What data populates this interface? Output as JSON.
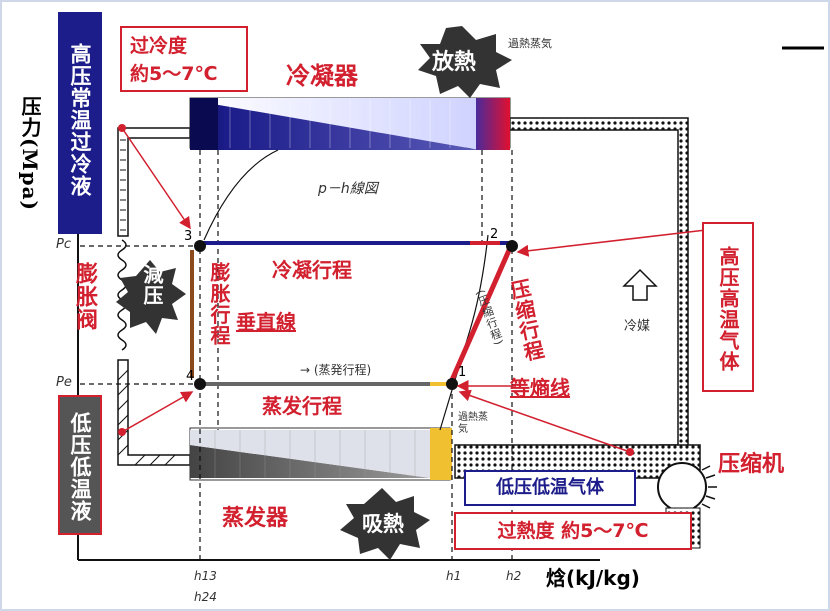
{
  "axes": {
    "y_label": "压力(Mpa)",
    "x_label": "焓(kJ/kg)",
    "pc": "Pc",
    "pe": "Pe",
    "h13": "h13",
    "h24": "h24",
    "h1": "h1",
    "h2": "h2"
  },
  "points": {
    "p1": "1",
    "p2": "2",
    "p3": "3",
    "p4": "4"
  },
  "boxes": {
    "subcool": {
      "line1": "过冷度",
      "line2": "約5～7℃"
    },
    "superheat": "过熱度  約5～7℃",
    "high_pressure_liquid": "高压常温过冷液",
    "low_pressure_liquid": "低压低温液",
    "high_pressure_gas": "高压高温气体",
    "low_pressure_gas": "低压低温气体"
  },
  "labels": {
    "condenser": "冷凝器",
    "heat_release": "放熱",
    "heat_absorb": "吸熱",
    "ph_chart": "p－h線図",
    "condensing_process": "冷凝行程",
    "expansion_valve": "膨胀阀",
    "depressurize": "減压",
    "expansion_process": "膨胀行程",
    "vertical_line": "垂直線",
    "evaporating_process_small": "→ (蒸発行程)",
    "evaporating_process": "蒸发行程",
    "evaporator": "蒸发器",
    "compression_process": "压缩行程",
    "compression_process_small": "(圧縮行程)",
    "isentropic_line": "等熵线",
    "refrigerant": "冷媒",
    "compressor": "压缩机",
    "superheat_vapor": "過熱蒸気",
    "superheat_vapor_top": "過熱蒸気"
  },
  "colors": {
    "red": "#d2202f",
    "navy": "#1a1a7a",
    "dark_blue": "#1c1c8a",
    "gray": "#555555",
    "yellow": "#f0c030",
    "brown": "#8b4a1c"
  }
}
